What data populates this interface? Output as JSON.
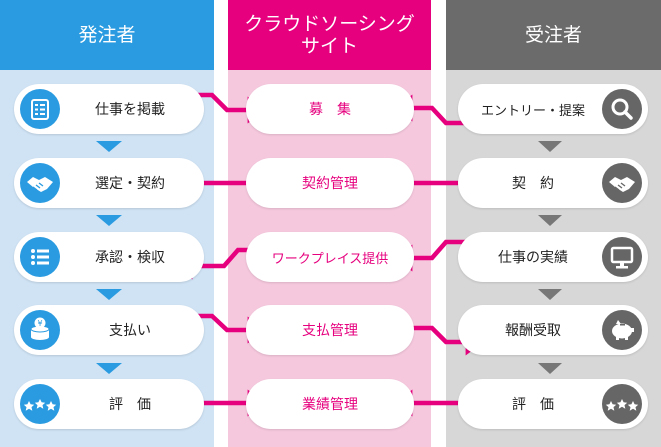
{
  "columns": {
    "client": {
      "title": "発注者",
      "color": "#2a9be0",
      "bg": "#cfe3f5"
    },
    "platform": {
      "title_line1": "クラウドソーシング",
      "title_line2": "サイト",
      "color": "#e6007e",
      "bg": "#f6c8de"
    },
    "contractor": {
      "title": "受注者",
      "color": "#6b6b6b",
      "bg": "#d7d7d7"
    }
  },
  "rows": [
    {
      "client": "仕事を掲載",
      "platform": "募　集",
      "contractor": "エントリー・提案",
      "client_icon": "document-list-icon",
      "contractor_icon": "search-icon"
    },
    {
      "client": "選定・契約",
      "platform": "契約管理",
      "contractor": "契　約",
      "client_icon": "handshake-icon",
      "contractor_icon": "handshake-icon"
    },
    {
      "client": "承認・検収",
      "platform": "ワークプレイス提供",
      "contractor": "仕事の実績",
      "client_icon": "checklist-icon",
      "contractor_icon": "monitor-icon"
    },
    {
      "client": "支払い",
      "platform": "支払管理",
      "contractor": "報酬受取",
      "client_icon": "yen-coins-icon",
      "contractor_icon": "piggy-bank-icon"
    },
    {
      "client": "評　価",
      "platform": "業績管理",
      "contractor": "評　価",
      "client_icon": "stars-icon",
      "contractor_icon": "stars-icon"
    }
  ],
  "colors": {
    "arrow": "#e6007e",
    "client_icon": "#2a9be0",
    "contractor_icon": "#666666",
    "client_step_arrow": "#2a9be0",
    "contractor_step_arrow": "#777777"
  }
}
